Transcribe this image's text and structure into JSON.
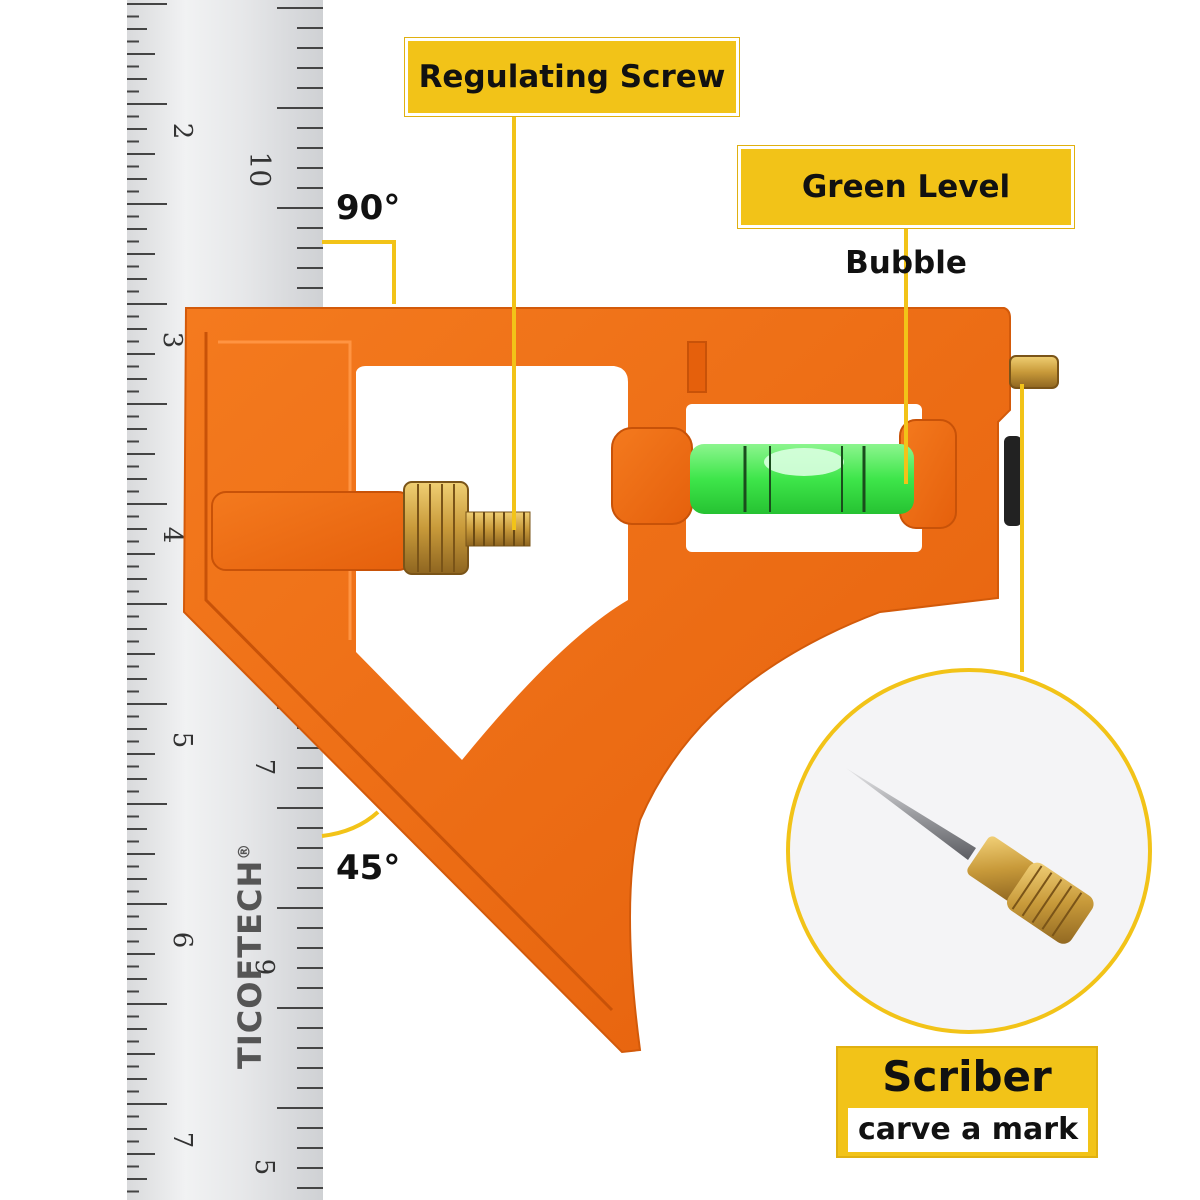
{
  "labels": {
    "regulating_screw": "Regulating Screw",
    "green_level_bubble": "Green Level Bubble",
    "scriber_title": "Scriber",
    "scriber_subtitle": "carve a mark",
    "angle_90": "90°",
    "angle_45": "45°"
  },
  "ruler": {
    "brand": "TICOFTECH",
    "brand_mark": "®",
    "numbers_left": [
      "2",
      "3",
      "4",
      "5",
      "6",
      "7"
    ],
    "numbers_right": [
      "10",
      "7",
      "9",
      "5"
    ]
  },
  "colors": {
    "accent_yellow": "#f2c318",
    "tool_orange": "#f06c14",
    "bubble_green": "#3ee64a",
    "brass": "#c89a3a"
  }
}
